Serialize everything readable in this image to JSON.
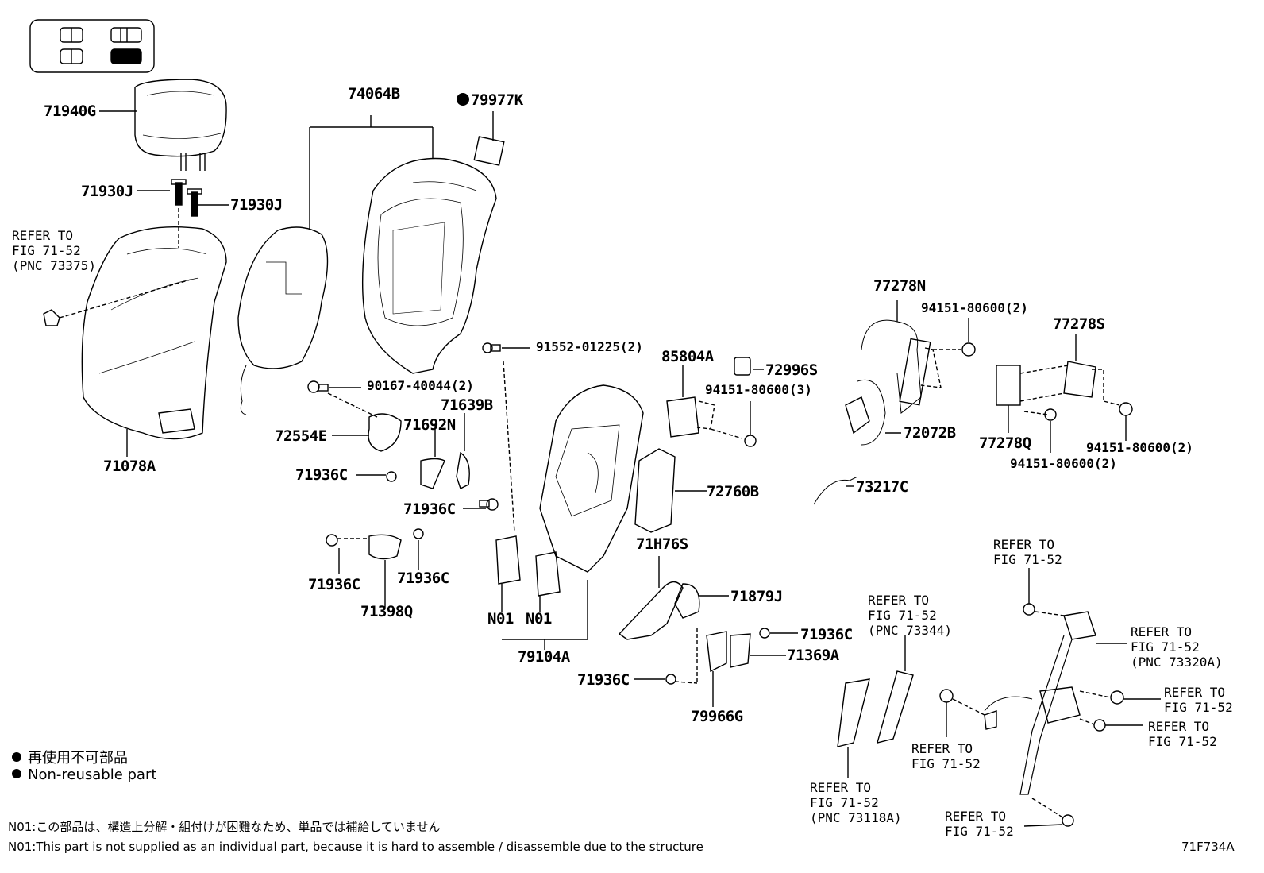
{
  "labels": {
    "headrest": "71940G",
    "guide_left": "71930J",
    "guide_right": "71930J",
    "cover": "71078A",
    "pad": "74064B",
    "nonreusable_sheet": "79977K",
    "bolt_91552": "91552-01225(2)",
    "bolt_90167": "90167-40044(2)",
    "clip_71639B": "71639B",
    "clip_71692N": "71692N",
    "ring_72554E": "72554E",
    "clip_71936C_1": "71936C",
    "clip_71936C_2": "71936C",
    "clip_71936C_3": "71936C",
    "clip_71936C_4": "71936C",
    "bracket_71398Q": "71398Q",
    "n01_a": "N01",
    "n01_b": "N01",
    "frame_79104A": "79104A",
    "switch_85804A": "85804A",
    "connector_72996S": "72996S",
    "nut_94151_3": "94151-80600(3)",
    "support_72760B": "72760B",
    "hinge_71H76S": "71H76S",
    "cover_71879J": "71879J",
    "clip_71936C_5": "71936C",
    "clip_71936C_6": "71936C",
    "cover_71369A": "71369A",
    "cover_79966G": "79966G",
    "module_77278N": "77278N",
    "nut_94151_2a": "94151-80600(2)",
    "module_77278S": "77278S",
    "wire_72072B": "72072B",
    "module_77278Q": "77278Q",
    "nut_94151_2b": "94151-80600(2)",
    "nut_94151_2c": "94151-80600(2)",
    "wire_73217C": "73217C",
    "figure_id": "71F734A"
  },
  "refs": {
    "cover_ref": [
      "REFER TO",
      "FIG 71-52",
      "(PNC 73375)"
    ],
    "belt_top": [
      "REFER TO",
      "FIG 71-52"
    ],
    "belt_mid": [
      "REFER TO",
      "FIG 71-52",
      "(PNC 73344)"
    ],
    "belt_side": [
      "REFER TO",
      "FIG 71-52",
      "(PNC 73320A)"
    ],
    "belt_r1": [
      "REFER TO",
      "FIG 71-52"
    ],
    "belt_r2": [
      "REFER TO",
      "FIG 71-52"
    ],
    "belt_bl": [
      "REFER TO",
      "FIG 71-52"
    ],
    "belt_buckle": [
      "REFER TO",
      "FIG 71-52",
      "(PNC 73118A)"
    ],
    "belt_bottom": [
      "REFER TO",
      "FIG 71-52"
    ]
  },
  "legend": {
    "jp": "再使用不可部品",
    "en": "Non-reusable part"
  },
  "notes": {
    "jp": "N01:この部品は、構造上分解・組付けが困難なため、単品では補給していません",
    "en": "N01:This part is not supplied as an individual part, because it is hard to assemble / disassemble due to the structure"
  }
}
